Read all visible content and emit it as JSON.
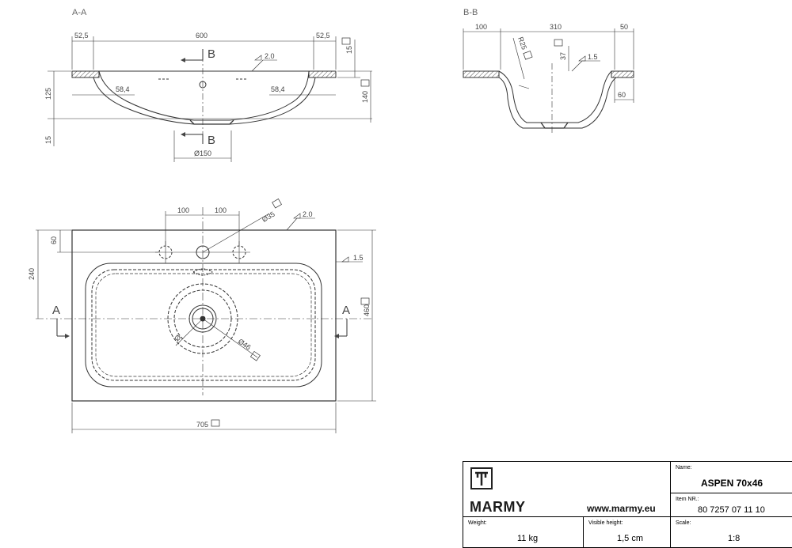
{
  "sections": {
    "aa_label": "A-A",
    "bb_label": "B-B",
    "cut_a": "A",
    "cut_b": "B"
  },
  "dims": {
    "aa_left_rim": "52,5",
    "aa_width": "600",
    "aa_right_rim": "52,5",
    "aa_top_thick": "15",
    "aa_bowl_depth": "125",
    "aa_total_height": "140",
    "aa_bottom_thick": "15",
    "aa_left_offset": "58,4",
    "aa_right_offset": "58,4",
    "aa_drain_dia": "Ø150",
    "aa_slope": "2.0",
    "bb_left": "100",
    "bb_mid": "310",
    "bb_right": "50",
    "bb_radius": "R25",
    "bb_depth": "37",
    "bb_slope": "1.5",
    "bb_bottom": "60",
    "plan_hole_left": "100",
    "plan_hole_right": "100",
    "plan_hole_dia": "Ø35",
    "plan_slope_top": "2.0",
    "plan_slope_right": "1.5",
    "plan_hole_offset": "60",
    "plan_depth_to_center": "240",
    "plan_total_depth": "460",
    "plan_total_width": "705",
    "plan_drain_inner": "Ø",
    "plan_drain_outer": "Ø46"
  },
  "titleblock": {
    "brand": "MARMY",
    "url": "www.marmy.eu",
    "name_label": "Name:",
    "name_value": "ASPEN 70x46",
    "item_label": "Item NR.:",
    "item_value": "80 7257 07 11 10",
    "weight_label": "Weight:",
    "weight_value": "11 kg",
    "visible_label": "Visible height:",
    "visible_value": "1,5 cm",
    "scale_label": "Scale:",
    "scale_value": "1:8"
  },
  "colors": {
    "line": "#333333",
    "hatch": "#555555"
  }
}
